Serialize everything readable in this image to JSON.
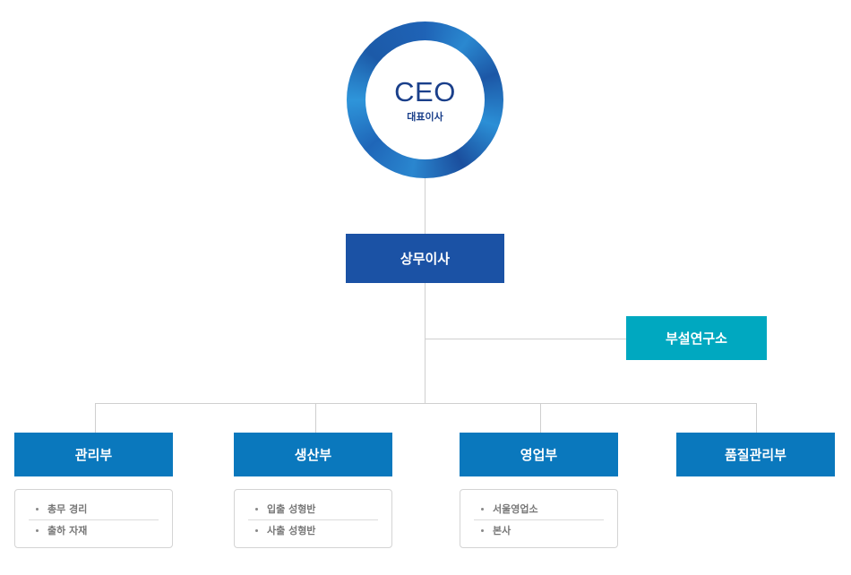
{
  "ceo": {
    "title": "CEO",
    "subtitle": "대표이사"
  },
  "executive": {
    "label": "상무이사"
  },
  "lab": {
    "label": "부설연구소"
  },
  "departments": [
    {
      "label": "관리부",
      "items": [
        "총무 경리",
        "출하 자재"
      ]
    },
    {
      "label": "생산부",
      "items": [
        "입출 성형반",
        "사출 성형반"
      ]
    },
    {
      "label": "영업부",
      "items": [
        "서울영업소",
        "본사"
      ]
    },
    {
      "label": "품질관리부",
      "items": []
    }
  ],
  "colors": {
    "executive": "#1b52a5",
    "lab": "#00a8c0",
    "department": "#0a78bd",
    "connector": "#cfcfcf"
  }
}
